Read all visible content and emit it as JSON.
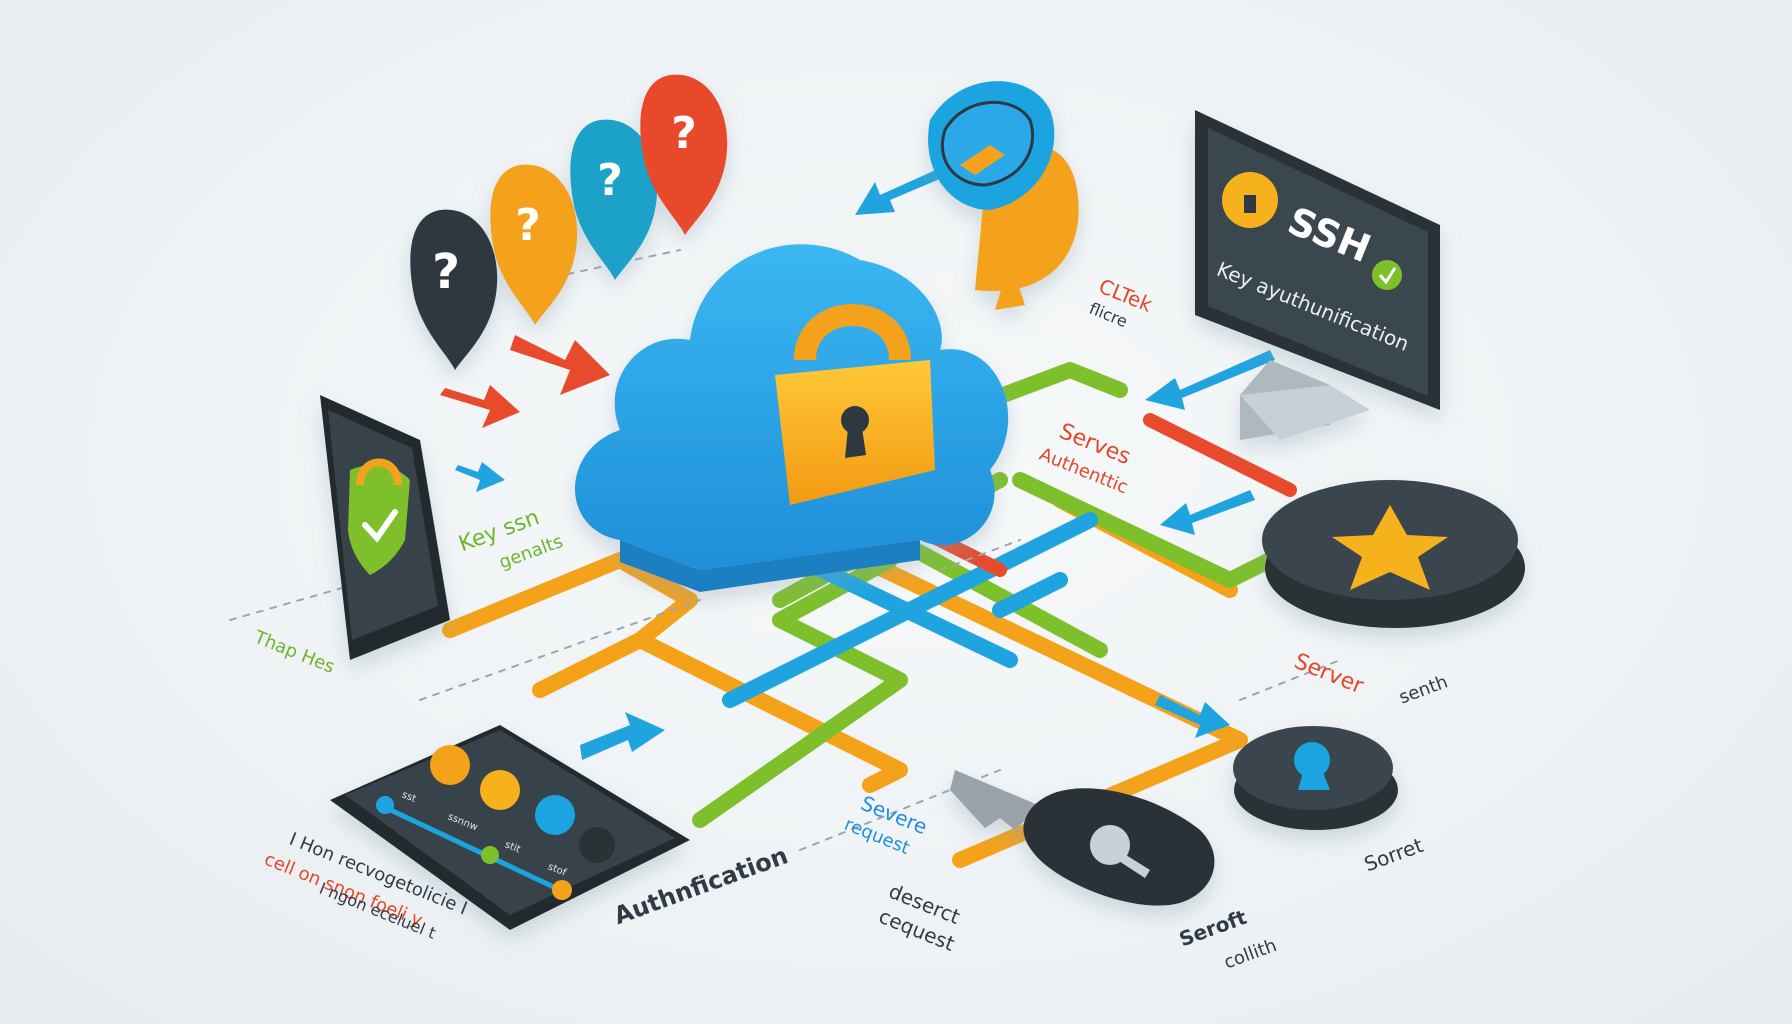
{
  "monitor": {
    "title": "SSH",
    "subtitle": "Key ayuthunification"
  },
  "labels": {
    "cltek": "CLTek",
    "flicre": "flicre",
    "serves": "Serves",
    "authentic": "Authenttic",
    "key_ssn": "Key ssn",
    "genalts": "genalts",
    "thap_hes": "Thap Hes",
    "server": "Server",
    "senth": "senth",
    "severe": "Severe",
    "request": "request",
    "authentication": "Authnfication",
    "deserct": "deserct",
    "cequest": "cequest",
    "sorret": "Sorret",
    "seroft": "Seroft",
    "collith": "collith",
    "left_note_1": "I Hon recvogetolicie I",
    "left_note_2": "cell on snon foeli y",
    "left_note_3": "I ngon eceluel t"
  },
  "panel_items": [
    "sst",
    "ssnnw",
    "stit",
    "stof"
  ],
  "colors": {
    "cloud": "#2aa3e6",
    "lock": "#f5b21c",
    "orange": "#f4a21a",
    "green": "#7dc02c",
    "blue": "#1fa4e0",
    "red": "#e84a2c",
    "dark": "#2f3840"
  }
}
